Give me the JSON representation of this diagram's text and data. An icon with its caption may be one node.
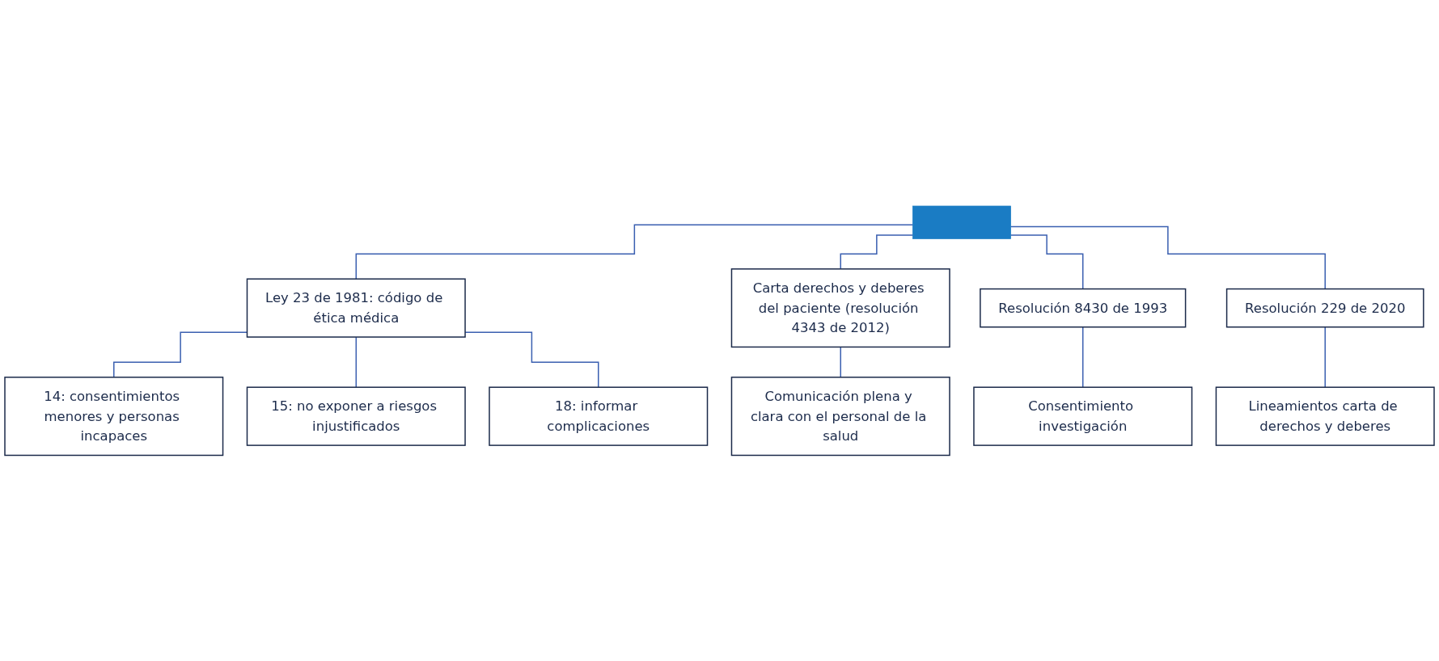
{
  "diagram": {
    "nodes": [
      {
        "text": [],
        "shape": "bar"
      },
      {
        "text": [
          "Ley 23 de 1981: código de ética médica"
        ]
      },
      {
        "text": [
          "14: consentimientos menores y personas incapaces"
        ]
      },
      {
        "text": [
          "15: no exponer a riesgos injustificados"
        ]
      },
      {
        "text": [
          "18: informar complicaciones"
        ]
      },
      {
        "text": [
          "Carta derechos y deberes del paciente (resolución 4343 de 2012)"
        ]
      },
      {
        "text": [
          "Comunicación plena y clara con el personal de la salud"
        ]
      },
      {
        "text": [
          "Resolución 8430 de 1993"
        ]
      },
      {
        "text": [
          "Consentimiento investigación"
        ]
      },
      {
        "text": [
          "Resolución 229 de 2020"
        ]
      },
      {
        "text": [
          "Lineamientos carta de derechos y deberes"
        ]
      }
    ],
    "edges": [
      {
        "from": 0,
        "to": 1,
        "arrow": "none"
      },
      {
        "from": 0,
        "to": 5,
        "arrow": "none"
      },
      {
        "from": 0,
        "to": 7,
        "arrow": "none"
      },
      {
        "from": 0,
        "to": 9,
        "arrow": "none"
      },
      {
        "from": 1,
        "to": 2,
        "arrow": "none"
      },
      {
        "from": 1,
        "to": 3,
        "arrow": "none"
      },
      {
        "from": 1,
        "to": 4,
        "arrow": "none"
      },
      {
        "from": 5,
        "to": 6,
        "arrow": "none"
      },
      {
        "from": 7,
        "to": 8,
        "arrow": "none"
      },
      {
        "from": 9,
        "to": 10,
        "arrow": "none"
      }
    ]
  }
}
